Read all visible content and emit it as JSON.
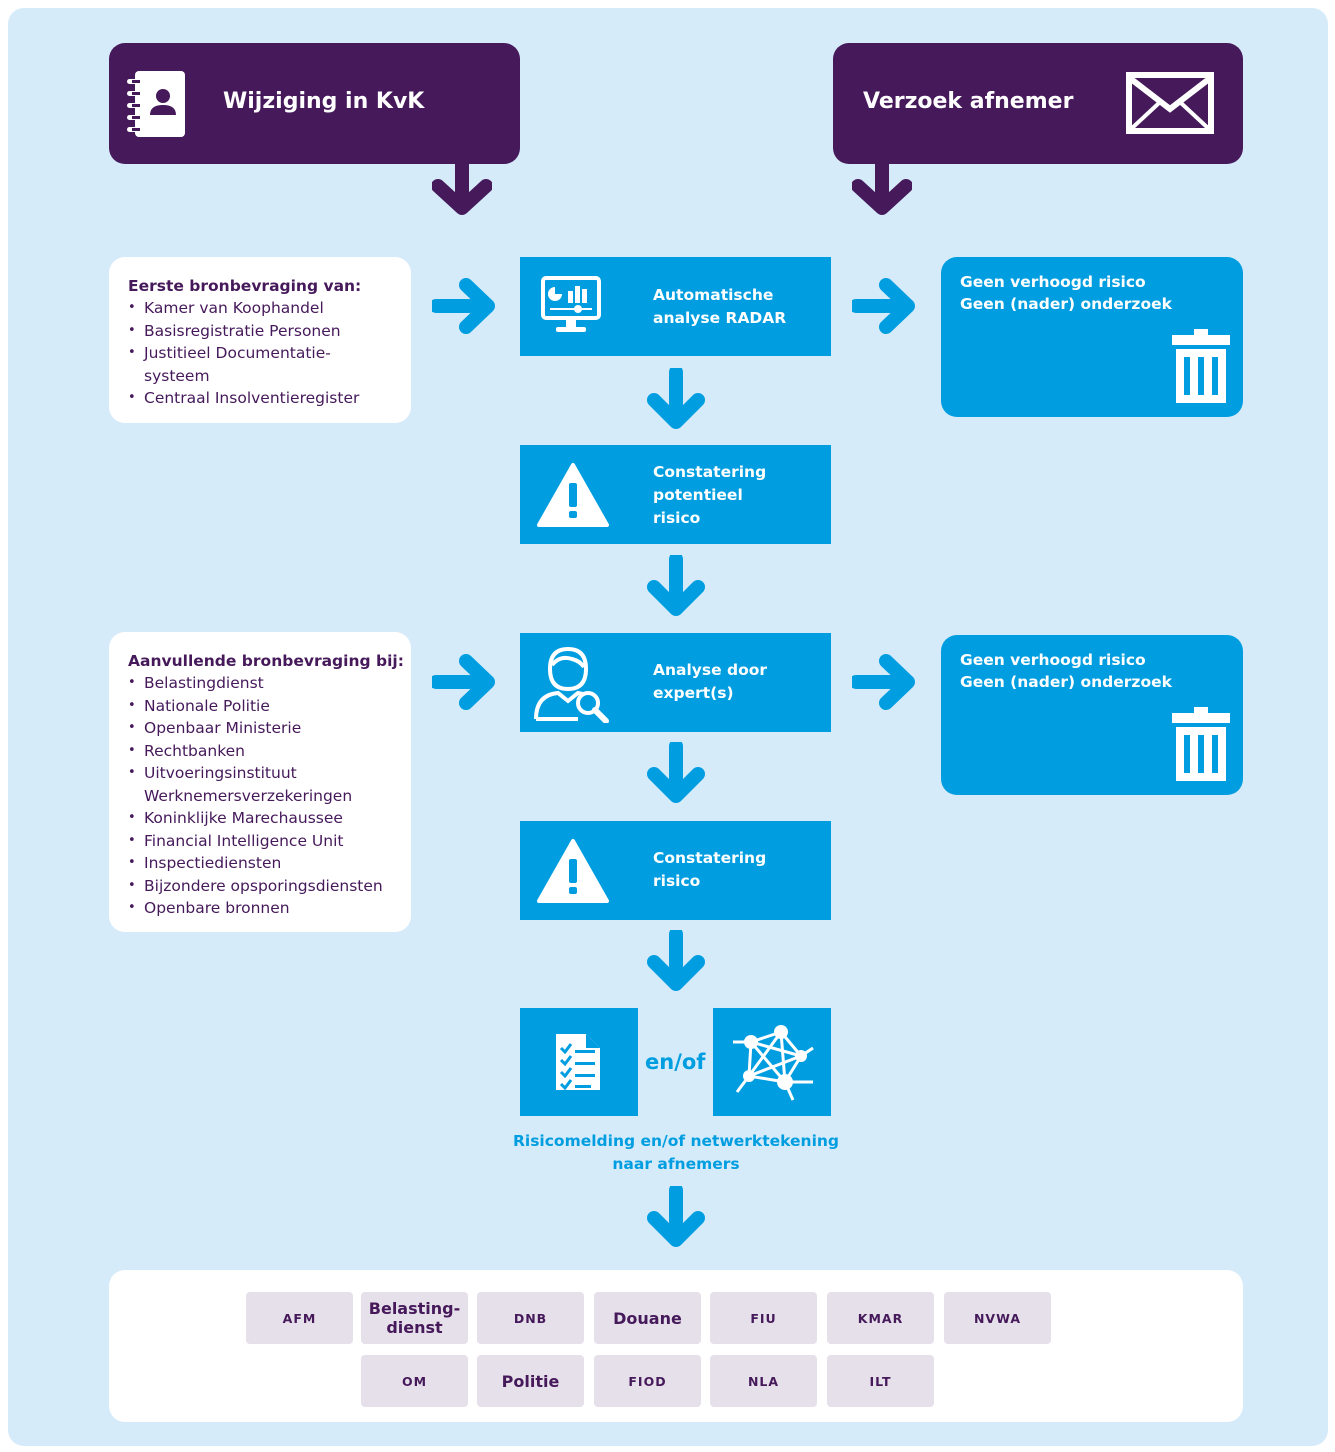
{
  "triggers": {
    "left_label": "Wijziging in KvK",
    "right_label": "Verzoek afnemer"
  },
  "sources1": {
    "heading": "Eerste bronbevraging van:",
    "items": [
      "Kamer van Koophandel",
      "Basisregistratie Personen",
      "Justitieel Documentatie-\nsysteem",
      "Centraal Insolventieregister"
    ]
  },
  "sources2": {
    "heading": "Aanvullende bronbevraging bij:",
    "items": [
      "Belastingdienst",
      "Nationale Politie",
      "Openbaar Ministerie",
      "Rechtbanken",
      "Uitvoeringsinstituut\nWerknemersverzekeringen",
      "Koninklijke Marechaussee",
      "Financial Intelligence Unit",
      "Inspectiediensten",
      "Bijzondere opsporingsdiensten",
      "Openbare bronnen"
    ]
  },
  "steps": {
    "auto_analysis": "Automatische\nanalyse RADAR",
    "potential_risk": "Constatering\npotentieel\nrisico",
    "expert_analysis": "Analyse door\nexpert(s)",
    "risk": "Constatering\nrisico"
  },
  "no_risk": {
    "line1": "Geen verhoogd risico",
    "line2": "Geen (nader) onderzoek"
  },
  "output": {
    "connector": "en/of",
    "caption": "Risicomelding en/of netwerktekening\nnaar afnemers"
  },
  "recipients": {
    "row1": [
      "AFM",
      "Belasting-\ndienst",
      "DNB",
      "Douane",
      "FIU",
      "KMAR",
      "NVWA"
    ],
    "row2": [
      "OM",
      "Politie",
      "FIOD",
      "NLA",
      "ILT"
    ]
  },
  "colors": {
    "purple": "#45195a",
    "blue": "#009ee0",
    "panel": "#d6ebfa",
    "chip": "#e6e0ea"
  }
}
